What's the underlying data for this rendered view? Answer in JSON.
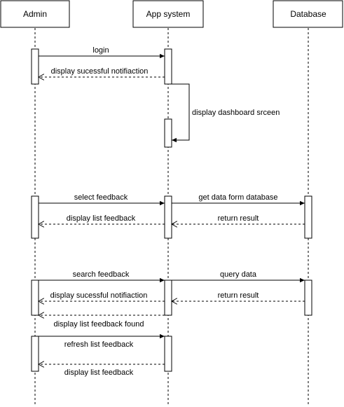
{
  "participants": {
    "admin": "Admin",
    "app": "App system",
    "database": "Database"
  },
  "messages": {
    "login": "login",
    "login_reply": "display sucessful notifiaction",
    "dashboard": "display dashboard srceen",
    "select_feedback": "select feedback",
    "get_data": "get data form database",
    "return_result_1": "return result",
    "display_list_1": "display list feedback",
    "search_feedback": "search feedback",
    "query_data": "query data",
    "return_result_2": "return result",
    "search_reply": "display sucessful notifiaction",
    "found_reply": "display list feedback found",
    "refresh": "refresh list feedback",
    "display_list_2": "display list feedback"
  }
}
